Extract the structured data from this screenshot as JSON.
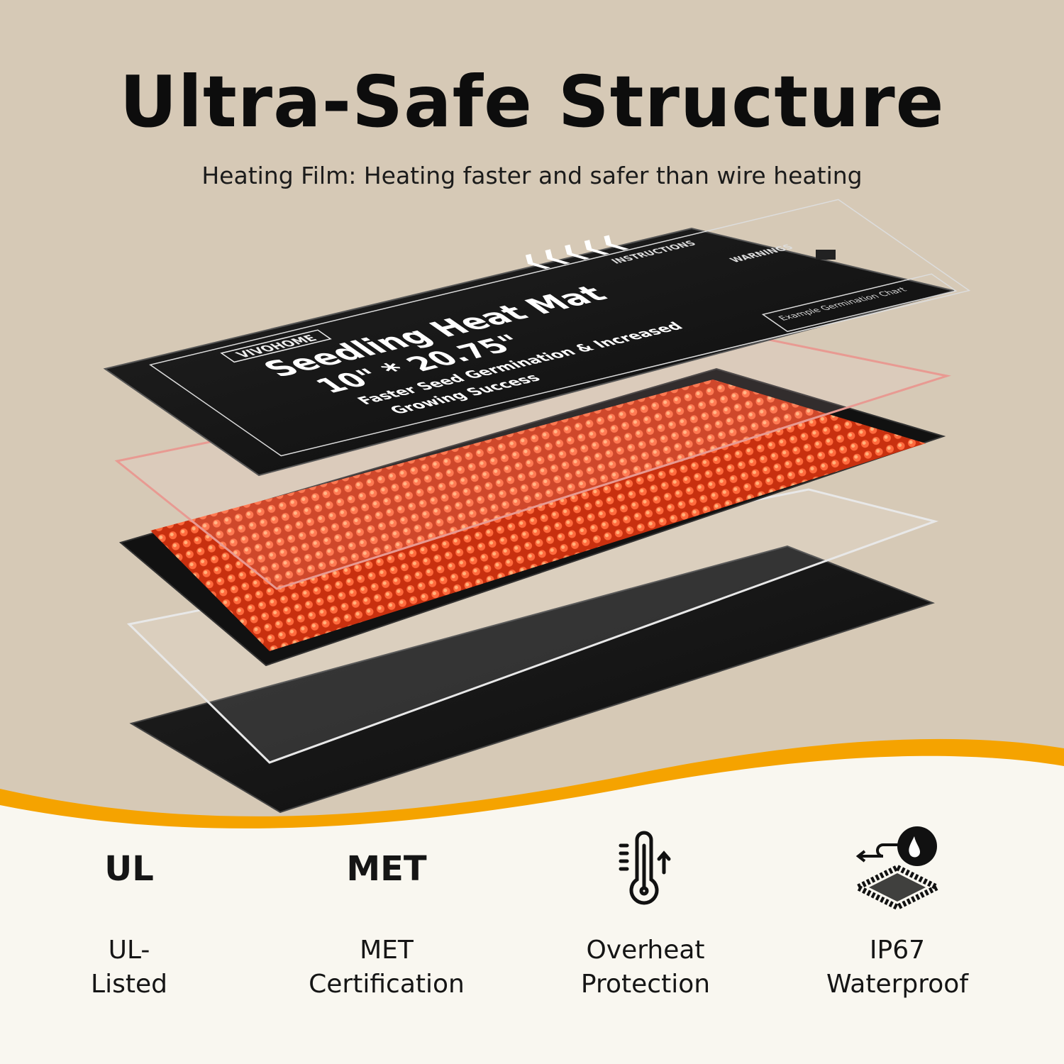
{
  "header": {
    "title": "Ultra-Safe Structure",
    "subtitle": "Heating Film: Heating faster and safer than wire heating"
  },
  "product": {
    "brand_logo": "VIVOHOME",
    "name": "Seedling Heat Mat",
    "size": "10\" * 20.75\"",
    "tagline_1": "Faster Seed Germination & Increased",
    "tagline_2": "Growing Success",
    "chart_heading": "Example Germination Chart",
    "instructions_heading": "INSTRUCTIONS",
    "warnings_heading": "WARNINGS"
  },
  "colors": {
    "background": "#d6c9b6",
    "mat": "#151515",
    "heating_film": "#f04a22",
    "accent_wave": "#f5a300",
    "footer": "#f9f7f0"
  },
  "features": [
    {
      "mark": "UL",
      "icon": null,
      "label_1": "UL-",
      "label_2": "Listed"
    },
    {
      "mark": "MET",
      "icon": null,
      "label_1": "MET",
      "label_2": "Certification"
    },
    {
      "mark": null,
      "icon": "thermometer-up-icon",
      "label_1": "Overheat",
      "label_2": "Protection"
    },
    {
      "mark": null,
      "icon": "waterproof-mat-icon",
      "label_1": "IP67",
      "label_2": "Waterproof"
    }
  ]
}
